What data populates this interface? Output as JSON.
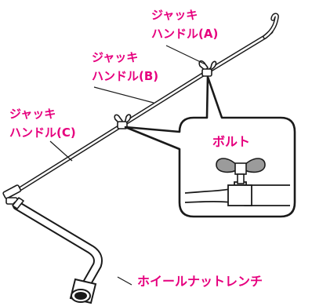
{
  "labels": {
    "jack_handle_a": [
      "ジャッキ",
      "ハンドル(A)"
    ],
    "jack_handle_b": [
      "ジャッキ",
      "ハンドル(B)"
    ],
    "jack_handle_c": [
      "ジャッキ",
      "ハンドル(C)"
    ],
    "bolt": "ボルト",
    "wheel_nut_wrench": "ホイールナットレンチ"
  },
  "colors": {
    "label": "#e6007e",
    "line": "#1a1a1a"
  }
}
